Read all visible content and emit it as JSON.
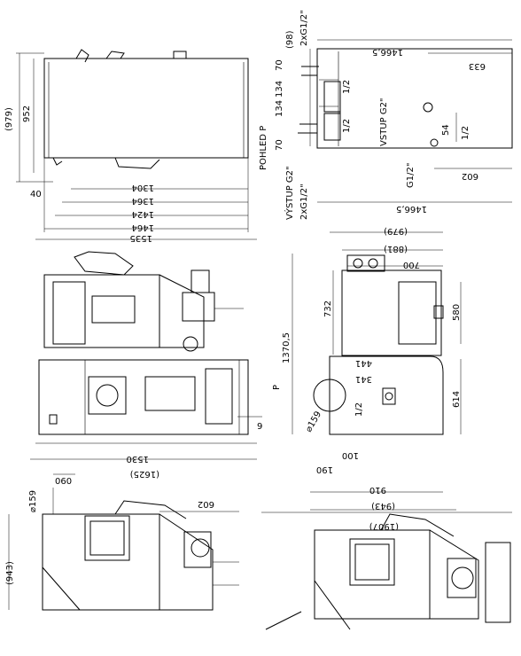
{
  "labels": {
    "d979": "(979)",
    "d952": "952",
    "d40": "40",
    "d1304": "1304",
    "d1364": "1364",
    "d1424": "1424",
    "d1464": "1464",
    "d1535": "1535",
    "d98": "(98)",
    "d2xG12_top": "2xG1/2\"",
    "d70_a": "70",
    "d134a": "134",
    "d134b": "134",
    "d70_b": "70",
    "pohled_p": "POHLED P",
    "vystup": "VÝSTUP G2\"",
    "d2xG12_bot": "2xG1/2\"",
    "d1466_top": "1466,5",
    "d633": "633",
    "vstup": "VSTUP G2\"",
    "half_a": "1/2",
    "half_b": "1/2",
    "half_c": "1/2",
    "d54": "54",
    "dG12": "G1/2\"",
    "d602_right": "602",
    "d1466_bot": "1466,5",
    "d979b": "(979)",
    "d881": "(881)",
    "d700": "700",
    "d732": "732",
    "d580": "580",
    "d1370": "1370,5",
    "d441": "441",
    "d341": "341",
    "p_label": "P",
    "d9": "9",
    "d159_circ": "⌀159",
    "half_d": "1/2",
    "d614": "614",
    "d100": "100",
    "d190": "190",
    "d910": "910",
    "d943": "(943)",
    "d1530": "1530",
    "d1625": "(1625)",
    "d060": "060",
    "d159_left": "⌀159",
    "d602_left": "602",
    "d943_left": "(943)",
    "d1907": "(1907)"
  }
}
